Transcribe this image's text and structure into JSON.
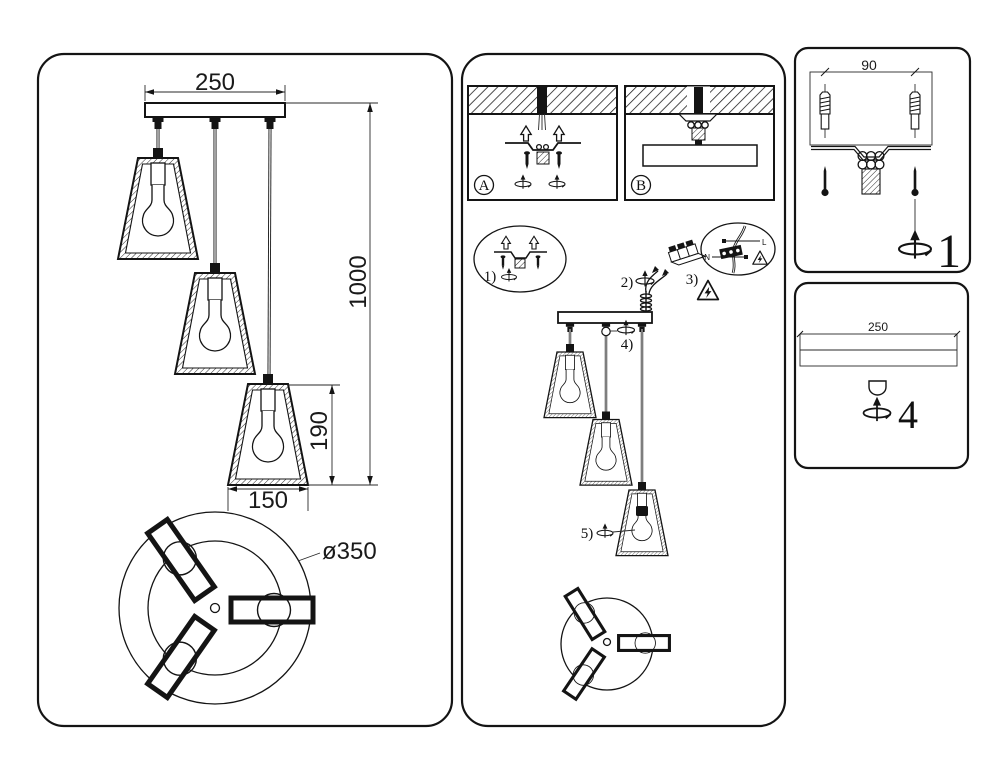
{
  "drawing": {
    "background": "#ffffff",
    "line_color": "#141414"
  },
  "left_panel": {
    "dim_canopy_width": "250",
    "dim_total_height": "1000",
    "dim_shade_height": "190",
    "dim_shade_width": "150",
    "dim_base_diameter": "ø350"
  },
  "install_panel": {
    "label_a": "A",
    "label_b": "B",
    "step1": "1)",
    "step2": "2)",
    "step3": "3)",
    "step4": "4)",
    "step5": "5)",
    "wire_n": "N",
    "wire_l": "L"
  },
  "detail_panel_bracket": {
    "dim_hole_spacing": "90",
    "step_number": "1"
  },
  "detail_panel_canopy": {
    "dim_width": "250",
    "step_number": "4"
  }
}
